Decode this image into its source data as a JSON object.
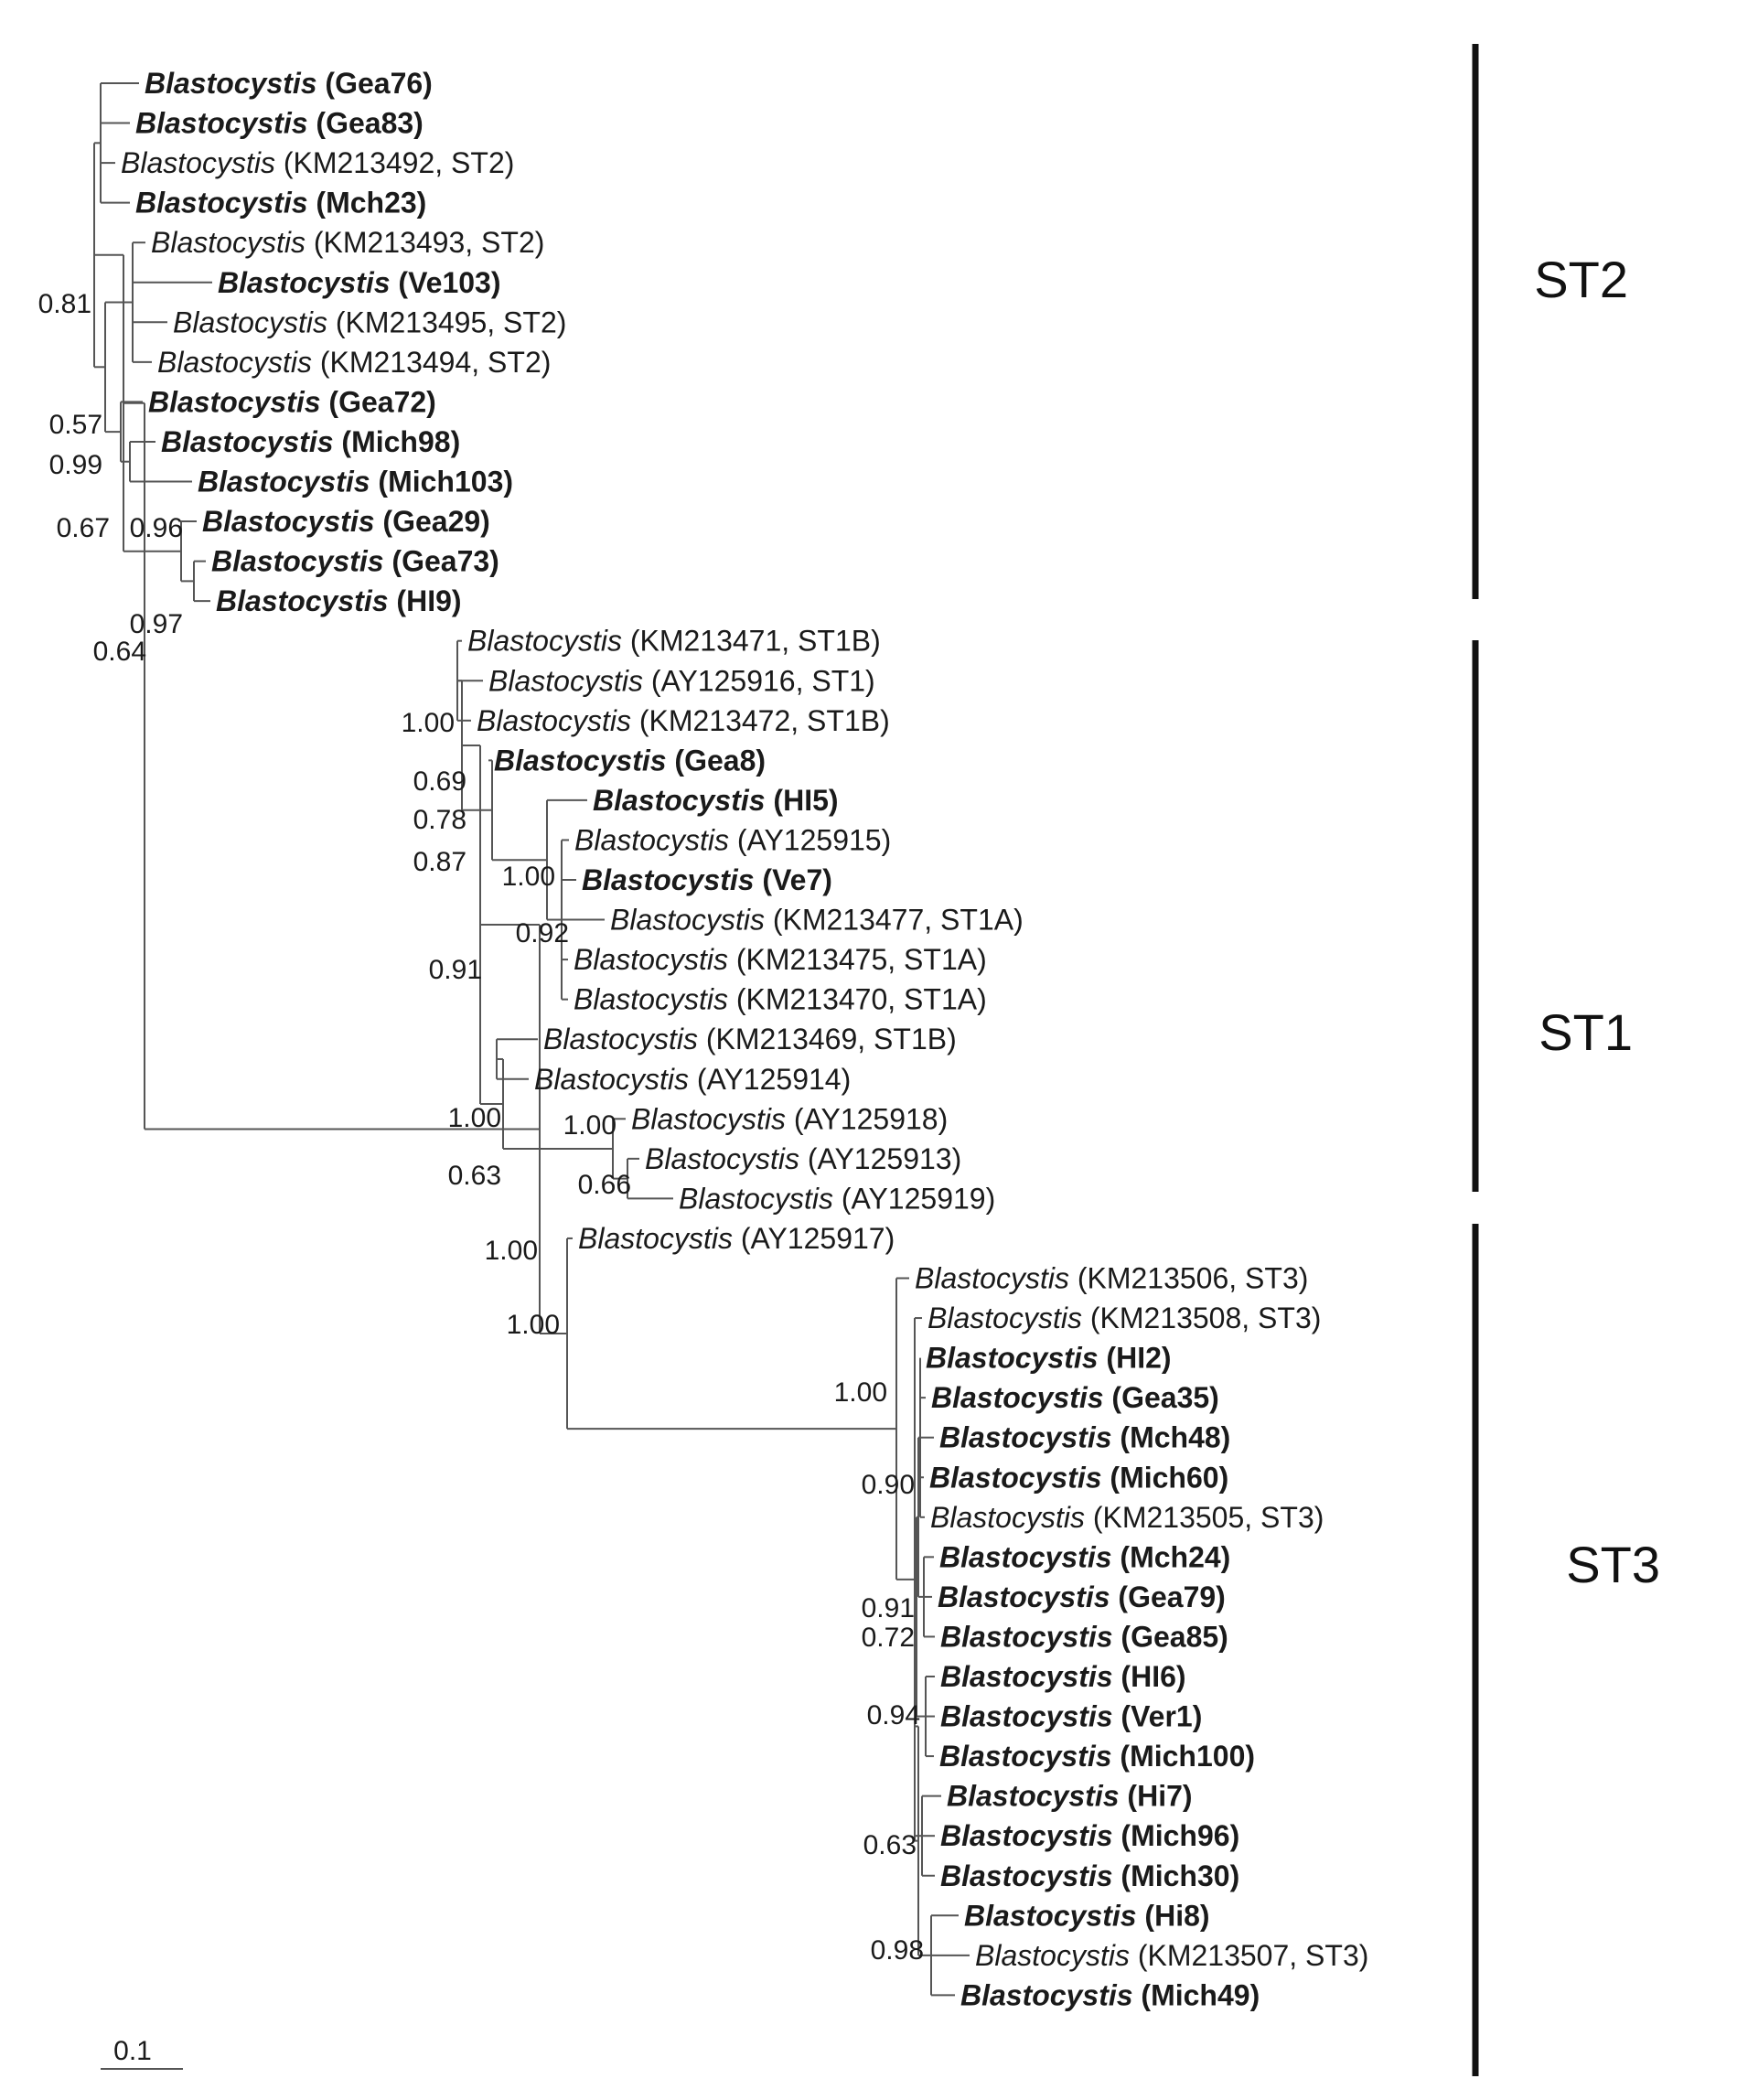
{
  "colors": {
    "branch": "#555555",
    "text": "#1a1a1a",
    "bar": "#111111"
  },
  "scale_bar": {
    "label": "0.1"
  },
  "groups": [
    {
      "label": "ST2"
    },
    {
      "label": "ST1"
    },
    {
      "label": "ST3"
    }
  ],
  "leaves": [
    {
      "genus": "Blastocystis",
      "rest": "(Gea76)",
      "bold": true
    },
    {
      "genus": "Blastocystis",
      "rest": "(Gea83)",
      "bold": true
    },
    {
      "genus": "Blastocystis",
      "rest": "(KM213492, ST2)",
      "bold": false
    },
    {
      "genus": "Blastocystis",
      "rest": "(Mch23)",
      "bold": true
    },
    {
      "genus": "Blastocystis",
      "rest": "(KM213493, ST2)",
      "bold": false
    },
    {
      "genus": "Blastocystis",
      "rest": "(Ve103)",
      "bold": true
    },
    {
      "genus": "Blastocystis",
      "rest": "(KM213495, ST2)",
      "bold": false
    },
    {
      "genus": "Blastocystis",
      "rest": "(KM213494, ST2)",
      "bold": false
    },
    {
      "genus": "Blastocystis",
      "rest": "(Gea72)",
      "bold": true
    },
    {
      "genus": "Blastocystis",
      "rest": "(Mich98)",
      "bold": true
    },
    {
      "genus": "Blastocystis",
      "rest": "(Mich103)",
      "bold": true
    },
    {
      "genus": "Blastocystis",
      "rest": "(Gea29)",
      "bold": true
    },
    {
      "genus": "Blastocystis",
      "rest": "(Gea73)",
      "bold": true
    },
    {
      "genus": "Blastocystis",
      "rest": "(HI9)",
      "bold": true
    },
    {
      "genus": "Blastocystis",
      "rest": "(KM213471, ST1B)",
      "bold": false
    },
    {
      "genus": "Blastocystis",
      "rest": "(AY125916, ST1)",
      "bold": false
    },
    {
      "genus": "Blastocystis",
      "rest": "(KM213472, ST1B)",
      "bold": false
    },
    {
      "genus": "Blastocystis",
      "rest": "(Gea8)",
      "bold": true
    },
    {
      "genus": "Blastocystis",
      "rest": "(HI5)",
      "bold": true
    },
    {
      "genus": "Blastocystis",
      "rest": "(AY125915)",
      "bold": false
    },
    {
      "genus": "Blastocystis",
      "rest": "(Ve7)",
      "bold": true
    },
    {
      "genus": "Blastocystis",
      "rest": "(KM213477, ST1A)",
      "bold": false
    },
    {
      "genus": "Blastocystis",
      "rest": "(KM213475, ST1A)",
      "bold": false
    },
    {
      "genus": "Blastocystis",
      "rest": "(KM213470, ST1A)",
      "bold": false
    },
    {
      "genus": "Blastocystis",
      "rest": "(KM213469, ST1B)",
      "bold": false
    },
    {
      "genus": "Blastocystis",
      "rest": "(AY125914)",
      "bold": false
    },
    {
      "genus": "Blastocystis",
      "rest": "(AY125918)",
      "bold": false
    },
    {
      "genus": "Blastocystis",
      "rest": "(AY125913)",
      "bold": false
    },
    {
      "genus": "Blastocystis",
      "rest": "(AY125919)",
      "bold": false
    },
    {
      "genus": "Blastocystis",
      "rest": "(AY125917)",
      "bold": false
    },
    {
      "genus": "Blastocystis",
      "rest": "(KM213506, ST3)",
      "bold": false
    },
    {
      "genus": "Blastocystis",
      "rest": "(KM213508, ST3)",
      "bold": false
    },
    {
      "genus": "Blastocystis",
      "rest": "(HI2)",
      "bold": true
    },
    {
      "genus": "Blastocystis",
      "rest": "(Gea35)",
      "bold": true
    },
    {
      "genus": "Blastocystis",
      "rest": "(Mch48)",
      "bold": true
    },
    {
      "genus": "Blastocystis",
      "rest": "(Mich60)",
      "bold": true
    },
    {
      "genus": "Blastocystis",
      "rest": "(KM213505, ST3)",
      "bold": false
    },
    {
      "genus": "Blastocystis",
      "rest": "(Mch24)",
      "bold": true
    },
    {
      "genus": "Blastocystis",
      "rest": "(Gea79)",
      "bold": true
    },
    {
      "genus": "Blastocystis",
      "rest": "(Gea85)",
      "bold": true
    },
    {
      "genus": "Blastocystis",
      "rest": "(HI6)",
      "bold": true
    },
    {
      "genus": "Blastocystis",
      "rest": "(Ver1)",
      "bold": true
    },
    {
      "genus": "Blastocystis",
      "rest": "(Mich100)",
      "bold": true
    },
    {
      "genus": "Blastocystis",
      "rest": "(Hi7)",
      "bold": true
    },
    {
      "genus": "Blastocystis",
      "rest": "(Mich96)",
      "bold": true
    },
    {
      "genus": "Blastocystis",
      "rest": "(Mich30)",
      "bold": true
    },
    {
      "genus": "Blastocystis",
      "rest": "(Hi8)",
      "bold": true
    },
    {
      "genus": "Blastocystis",
      "rest": "(KM213507, ST3)",
      "bold": false
    },
    {
      "genus": "Blastocystis",
      "rest": "(Mich49)",
      "bold": true
    }
  ],
  "support_values": [
    "0.81",
    "0.57",
    "0.99",
    "0.67",
    "0.96",
    "0.97",
    "0.64",
    "1.00",
    "0.69",
    "0.78",
    "0.87",
    "1.00",
    "0.92",
    "0.91",
    "1.00",
    "1.00",
    "0.63",
    "0.66",
    "1.00",
    "1.00",
    "1.00",
    "0.90",
    "0.91",
    "0.72",
    "0.94",
    "0.63",
    "0.98"
  ]
}
